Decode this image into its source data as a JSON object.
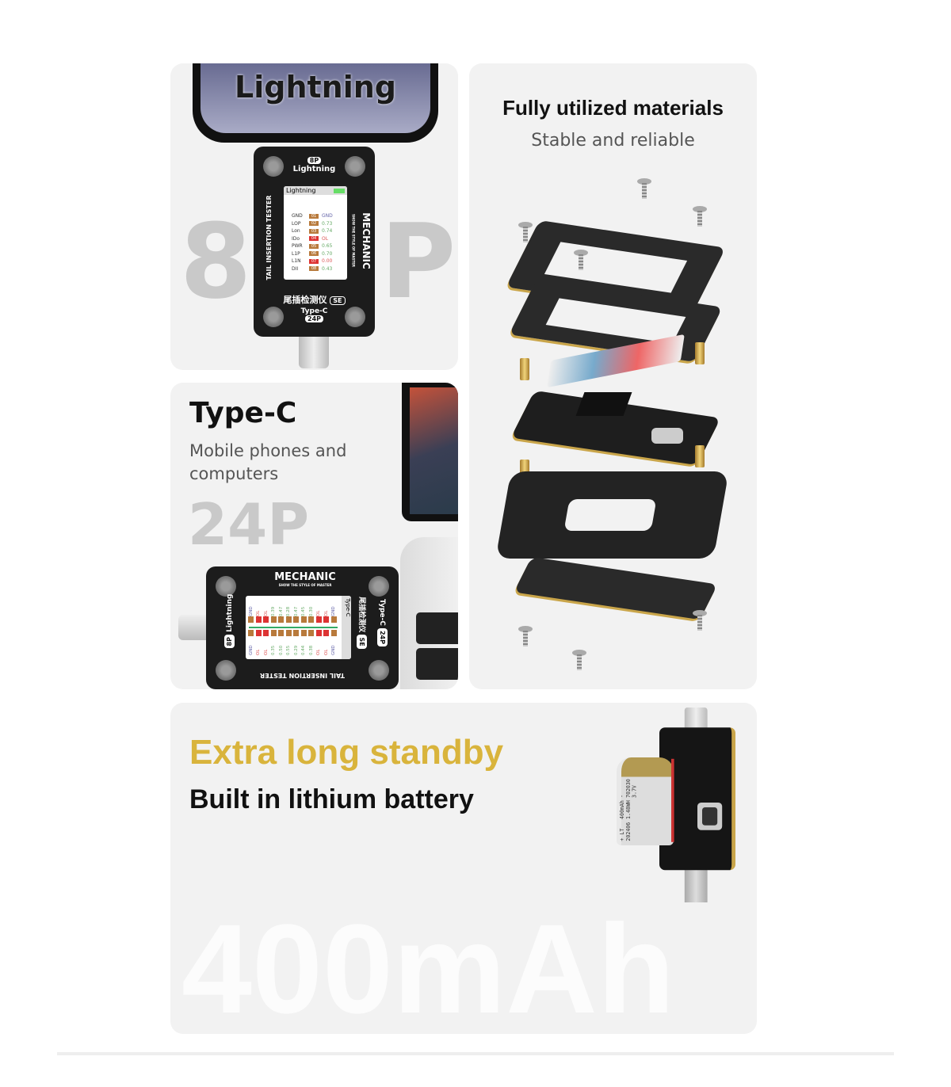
{
  "panel_lightning": {
    "phone_label": "Lightning",
    "big_left": "8",
    "big_right": "P",
    "device": {
      "top_pill": "8P",
      "top_label": "Lightning",
      "side_label": "TAIL INSERTION TESTER",
      "brand": "MECHANIC",
      "brand_tagline": "SHOW THE STYLE OF MASTER",
      "chinese_title": "尾插检测仪",
      "se_badge": "SE",
      "bottom_label": "Type-C",
      "bottom_pill": "24P",
      "screen_title": "Lightning",
      "rows": [
        {
          "name": "GND",
          "pin": "01",
          "value": "GND",
          "status": "gnd"
        },
        {
          "name": "LOP",
          "pin": "02",
          "value": "0.73",
          "status": "ok"
        },
        {
          "name": "Lon",
          "pin": "03",
          "value": "0.74",
          "status": "ok"
        },
        {
          "name": "IDo",
          "pin": "04",
          "value": "OL",
          "status": "bad"
        },
        {
          "name": "PWR",
          "pin": "05",
          "value": "0.65",
          "status": "ok"
        },
        {
          "name": "L1P",
          "pin": "06",
          "value": "0.70",
          "status": "ok"
        },
        {
          "name": "L1N",
          "pin": "07",
          "value": "0.00",
          "status": "bad"
        },
        {
          "name": "DII",
          "pin": "08",
          "value": "0.43",
          "status": "ok"
        }
      ]
    }
  },
  "panel_typec": {
    "title": "Type-C",
    "subtitle": "Mobile phones and computers",
    "big": "24P",
    "device": {
      "brand": "MECHANIC",
      "brand_tagline": "SHOW THE STYLE OF MASTER",
      "left_pill": "8P",
      "left_label": "Lightning",
      "right_label": "Type-C",
      "right_pill": "24P",
      "chinese_title": "尾插检测仪",
      "se_badge": "SE",
      "bottom_label": "TAIL INSERTION TESTER",
      "screen_title": "Type-C",
      "top_values": [
        "GND",
        "OL",
        "OL",
        "0.39",
        "0.47",
        "0.28",
        "0.47",
        "0.45",
        "0.30",
        "OL",
        "OL",
        "GND"
      ],
      "bottom_values": [
        "GND",
        "OL",
        "OL",
        "0.35",
        "0.50",
        "0.55",
        "0.29",
        "0.44",
        "0.38",
        "OL",
        "OL",
        "GND"
      ]
    }
  },
  "panel_materials": {
    "title": "Fully utilized materials",
    "subtitle": "Stable and reliable"
  },
  "panel_battery": {
    "title": "Extra long standby",
    "subtitle": "Built in lithium battery",
    "watermark": "400mAh",
    "battery_lines": [
      "- 702030   3.7V",
      "400mAh  1.48WH",
      "+ LT   202406"
    ]
  },
  "colors": {
    "accent_gold": "#d9b43c",
    "panel_bg": "#f2f2f2",
    "device_black": "#1c1c1c"
  }
}
